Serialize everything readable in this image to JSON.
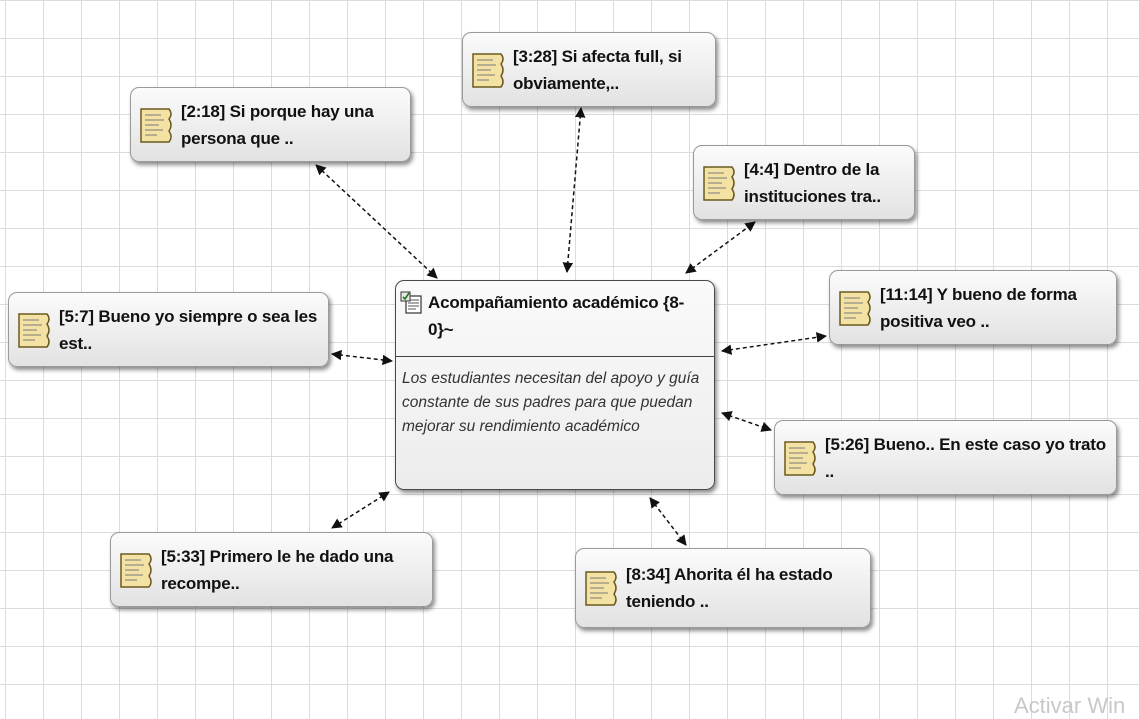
{
  "code": {
    "title": "Acompañamiento académico {8-0}~",
    "comment": "Los estudiantes necesitan del apoyo y guía constante de sus padres para que puedan mejorar su rendimiento académico"
  },
  "quotes": [
    {
      "id": "q-3-28",
      "text": "[3:28] Si afecta full, si obviamente,.."
    },
    {
      "id": "q-2-18",
      "text": "[2:18] Si porque hay una persona que .."
    },
    {
      "id": "q-4-4",
      "text": "[4:4] Dentro de la instituciones tra.."
    },
    {
      "id": "q-11-14",
      "text": "[11:14] Y bueno de forma positiva veo .."
    },
    {
      "id": "q-5-7",
      "text": "[5:7] Bueno yo siempre o sea les est.."
    },
    {
      "id": "q-5-26",
      "text": "[5:26] Bueno.. En este caso yo trato .."
    },
    {
      "id": "q-5-33",
      "text": "[5:33] Primero le he dado una recompe.."
    },
    {
      "id": "q-8-34",
      "text": "[8:34] Ahorita él ha estado teniendo .."
    }
  ],
  "watermark": "Activar Win",
  "colors": {
    "grid": "#dcdcdc",
    "node_border": "#9a9a9a",
    "doc_icon": "#f3e2a4"
  }
}
